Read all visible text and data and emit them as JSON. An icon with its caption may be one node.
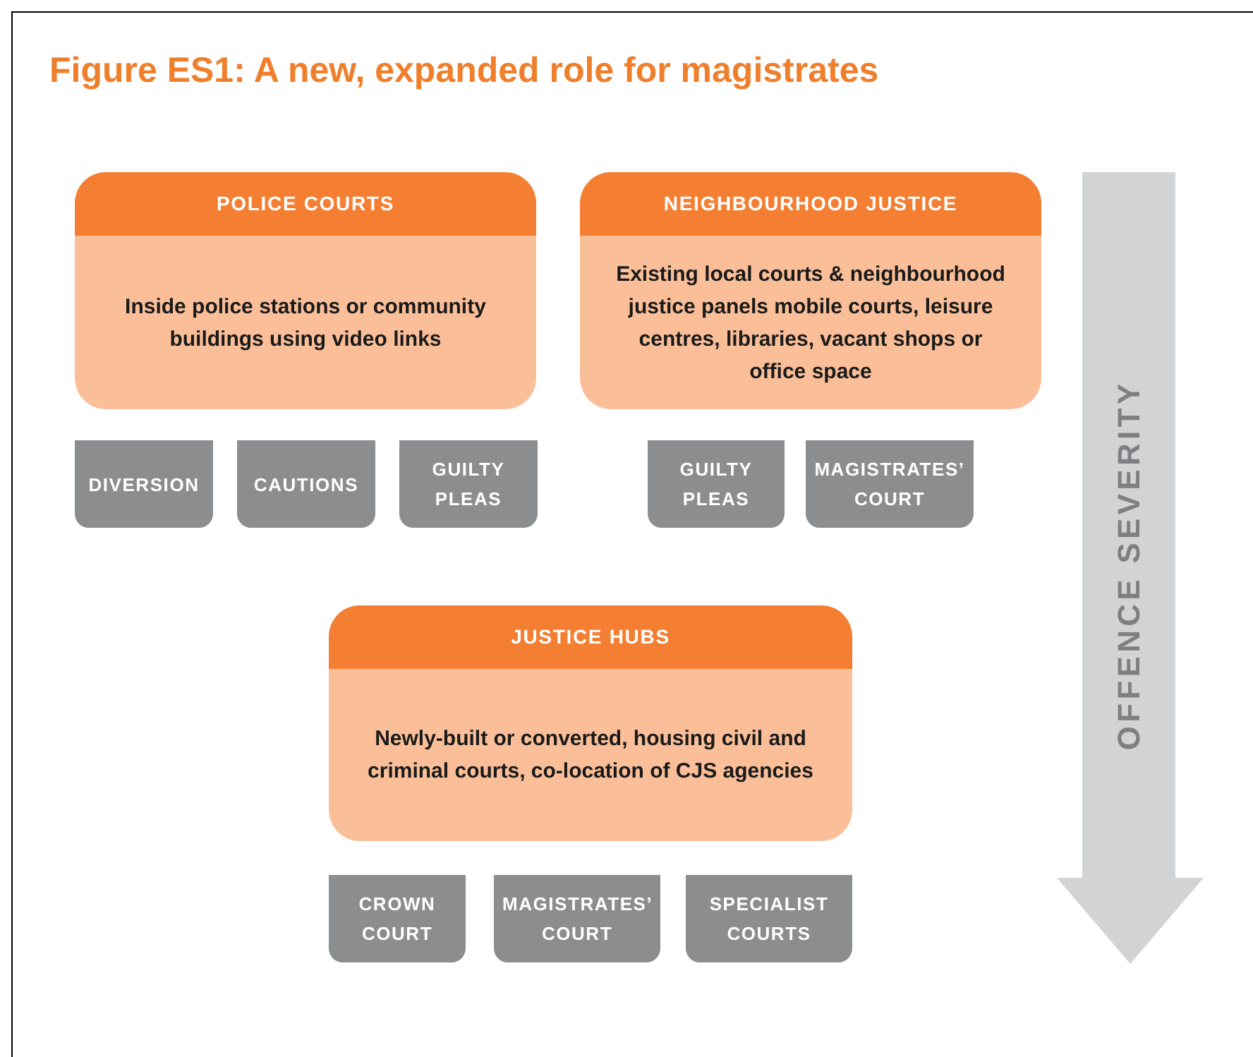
{
  "diagram": {
    "title": "Figure ES1: A new, expanded role for magistrates",
    "nodes": [
      {
        "text": [
          "POLICE COURTS",
          "Inside police stations or community buildings using video links"
        ]
      },
      {
        "text": [
          "NEIGHBOURHOOD JUSTICE",
          "Existing local courts & neighbourhood justice panels mobile courts, leisure centres, libraries, vacant shops or office space"
        ]
      },
      {
        "text": [
          "DIVERSION"
        ]
      },
      {
        "text": [
          "CAUTIONS"
        ]
      },
      {
        "text": [
          "GUILTY PLEAS"
        ]
      },
      {
        "text": [
          "GUILTY PLEAS"
        ]
      },
      {
        "text": [
          "MAGISTRATES’ COURT"
        ]
      },
      {
        "text": [
          "JUSTICE HUBS",
          "Newly-built or converted, housing civil and criminal courts, co-location of CJS agencies"
        ]
      },
      {
        "text": [
          "CROWN COURT"
        ]
      },
      {
        "text": [
          "MAGISTRATES’ COURT"
        ]
      },
      {
        "text": [
          "SPECIALIST COURTS"
        ]
      }
    ],
    "labels": [
      "OFFENCE SEVERITY"
    ]
  }
}
